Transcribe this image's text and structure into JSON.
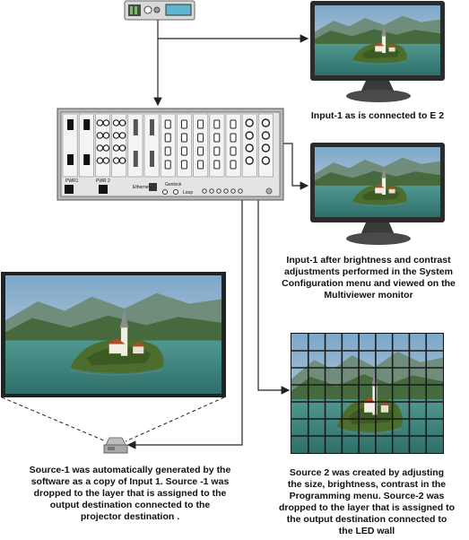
{
  "captions": {
    "monitor_top": "Input-1 as is connected to E 2",
    "monitor_mid": [
      "Input-1 after brightness and contrast",
      "adjustments performed in the System",
      "Configuration menu and viewed on the",
      "Multiviewer monitor"
    ],
    "projector": [
      "Source-1 was automatically generated by the",
      "software as a copy of Input  1. Source -1 was",
      "dropped to the layer that is assigned to the",
      "output destination connected to the",
      "projector destination ."
    ],
    "ledwall": [
      "Source 2 was created by adjusting",
      "the size, brightness, contrast in the",
      "Programming menu. Source-2 was",
      "dropped to the  layer that is assigned to",
      "the output destination connected to",
      "the LED wall"
    ]
  },
  "chassis_labels": {
    "pwr1": "PWR1",
    "pwr2": "PWR 2",
    "ethernet": "Ethernet",
    "genlock": "Genlock",
    "loop": "Loop"
  },
  "colors": {
    "line": "#222222",
    "chassis_face": "#e4e4e4",
    "monitor_bezel": "#2b2b2b",
    "stand": "#3a3a3a",
    "sky": "#9fc0d8",
    "lake": "#3d8a82",
    "mountains": "#5a7d5a",
    "island": "#4d6d2c",
    "church": "#f2eee2",
    "roof": "#b24a2a"
  }
}
